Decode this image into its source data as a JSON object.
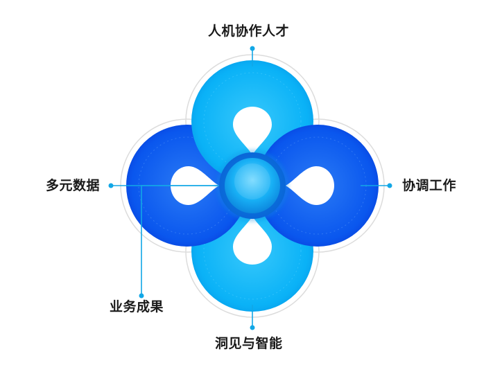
{
  "labels": {
    "top": "人机协作人才",
    "right": "协调工作",
    "left": "多元数据",
    "bottom_left": "业务成果",
    "bottom": "洞见与智能"
  },
  "colors": {
    "light_blue": "#0ab2f7",
    "light_blue_dark": "#0794e4",
    "deep_blue": "#0a57ee",
    "deep_blue_dark": "#0738d6",
    "connector": "#12a7e6",
    "outline": "#dcdcdc",
    "label_text": "#1a1a1a"
  }
}
